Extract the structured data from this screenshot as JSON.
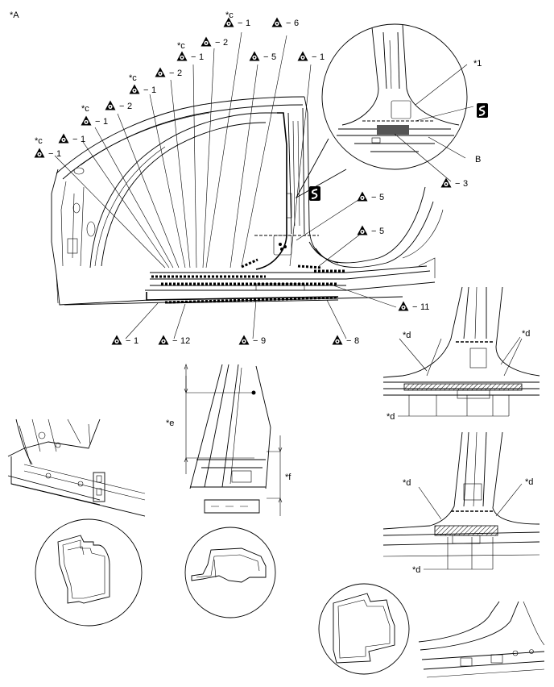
{
  "view_label": "*A",
  "callouts": {
    "c": "*c",
    "d": "*d",
    "e": "*e",
    "f": "*f",
    "one": "*1",
    "b": "B"
  },
  "weld_marks": [
    {
      "id": "c1",
      "num": "1"
    },
    {
      "id": "c2",
      "num": "6"
    },
    {
      "id": "c3",
      "num": "1"
    },
    {
      "id": "c4",
      "num": "5"
    },
    {
      "id": "c5",
      "num": "2"
    },
    {
      "id": "c6",
      "num": "1"
    },
    {
      "id": "c7",
      "num": "2"
    },
    {
      "id": "c8",
      "num": "1"
    },
    {
      "id": "c9",
      "num": "2"
    },
    {
      "id": "c10",
      "num": "1"
    },
    {
      "id": "c11",
      "num": "1"
    },
    {
      "id": "c12",
      "num": "1"
    },
    {
      "id": "c13",
      "num": "5"
    },
    {
      "id": "c14",
      "num": "5"
    },
    {
      "id": "c15",
      "num": "3"
    },
    {
      "id": "c16",
      "num": "11"
    },
    {
      "id": "c17",
      "num": "1"
    },
    {
      "id": "c18",
      "num": "12"
    },
    {
      "id": "c19",
      "num": "9"
    },
    {
      "id": "c20",
      "num": "8"
    }
  ],
  "dash": "−"
}
